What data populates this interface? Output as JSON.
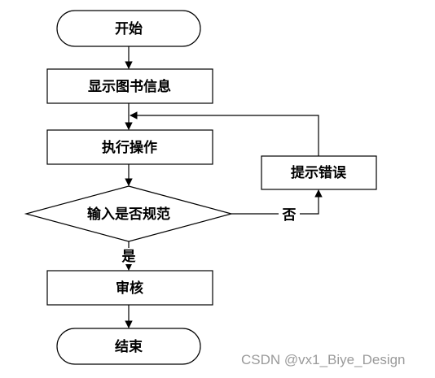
{
  "nodes": {
    "start": "开始",
    "display_info": "显示图书信息",
    "execute": "执行操作",
    "decision": "输入是否规范",
    "error": "提示错误",
    "review": "审核",
    "end": "结束"
  },
  "edges": {
    "yes_label": "是",
    "no_label": "否"
  },
  "watermark": "CSDN @vx1_Biye_Design"
}
